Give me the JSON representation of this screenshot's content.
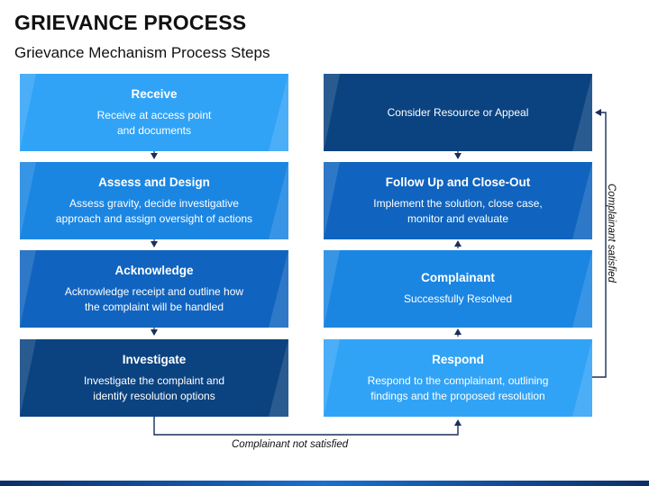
{
  "title": "GRIEVANCE PROCESS",
  "subtitle": "Grievance Mechanism Process Steps",
  "left_steps": [
    {
      "title": "Receive",
      "lines": [
        "Receive at access point",
        "and documents"
      ]
    },
    {
      "title": "Assess and Design",
      "lines": [
        "Assess gravity, decide investigative",
        "approach and assign oversight of actions"
      ]
    },
    {
      "title": "Acknowledge",
      "lines": [
        "Acknowledge receipt and outline how",
        "the complaint will be handled"
      ]
    },
    {
      "title": "Investigate",
      "lines": [
        "Investigate the complaint and",
        "identify resolution options"
      ]
    }
  ],
  "right_steps": [
    {
      "title": "",
      "lines": [
        "Consider Resource or Appeal"
      ]
    },
    {
      "title": "Follow Up and Close-Out",
      "lines": [
        "Implement the solution, close case,",
        "monitor and evaluate"
      ]
    },
    {
      "title": "Complainant",
      "lines": [
        "Successfully Resolved"
      ]
    },
    {
      "title": "Respond",
      "lines": [
        "Respond to the complainant, outlining",
        "findings and the proposed resolution"
      ]
    }
  ],
  "labels": {
    "not_satisfied": "Complainant not  satisfied",
    "satisfied": "Complainant satisfied"
  },
  "colors": {
    "light": "#31a3f6",
    "medium": "#1b86e2",
    "dark": "#1064bf",
    "navy": "#0b4380",
    "connector": "#1a2f5a"
  }
}
